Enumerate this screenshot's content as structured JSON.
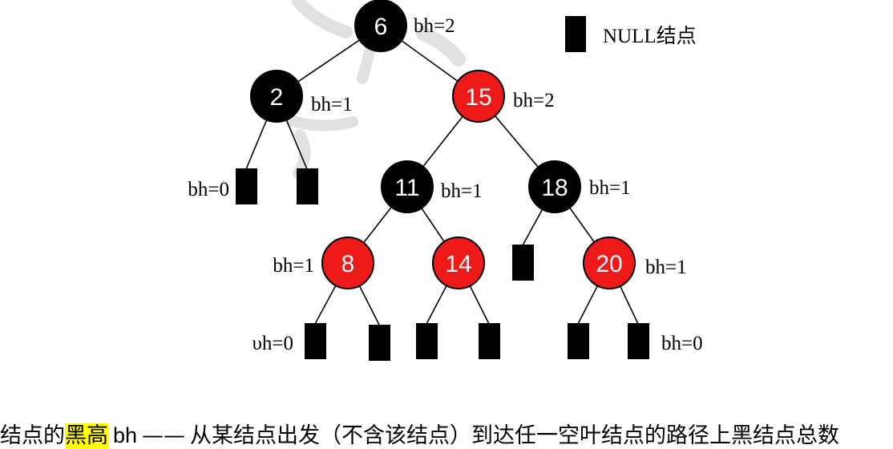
{
  "colors": {
    "red": "#ee1a1a",
    "black": "#000000",
    "node_text": "#ffffff",
    "highlight": "#ffff00"
  },
  "legend": {
    "icon": "black-square-icon",
    "label": "NULL结点"
  },
  "tree": {
    "nodes": [
      {
        "key": "6",
        "color": "black",
        "bh": "bh=2"
      },
      {
        "key": "2",
        "color": "black",
        "bh": "bh=1"
      },
      {
        "key": "15",
        "color": "red",
        "bh": "bh=2"
      },
      {
        "key": "11",
        "color": "black",
        "bh": "bh=1"
      },
      {
        "key": "18",
        "color": "black",
        "bh": "bh=1"
      },
      {
        "key": "8",
        "color": "red",
        "bh": "bh=1"
      },
      {
        "key": "14",
        "color": "red"
      },
      {
        "key": "20",
        "color": "red",
        "bh": "bh=1"
      }
    ],
    "null_labels": {
      "under_2_left": "bh=0",
      "under_8_left": "υh=0",
      "under_20_right": "bh=0"
    }
  },
  "caption": {
    "prefix": "结点的",
    "highlight": "黑高",
    "term": "bh",
    "dash": "——",
    "definition": "从某结点出发（不含该结点）到达任一空叶结点的路径上黑结点总数"
  }
}
